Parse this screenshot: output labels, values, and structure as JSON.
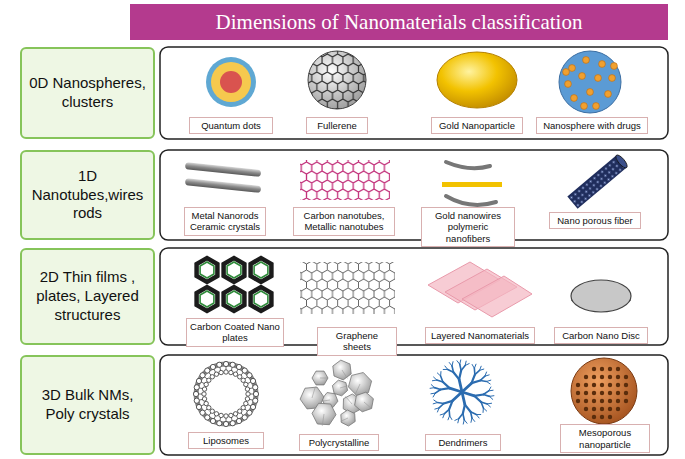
{
  "diagram": {
    "title": "Dimensions of Nanomaterials classification",
    "nodes": [
      {
        "text": [
          "0D Nanospheres, clusters"
        ]
      },
      {
        "text": [
          "Quantum dots"
        ]
      },
      {
        "text": [
          "Fullerene"
        ]
      },
      {
        "text": [
          "Gold Nanoparticle"
        ]
      },
      {
        "text": [
          "Nanosphere with drugs"
        ]
      },
      {
        "text": [
          "1D Nanotubes,wires rods"
        ]
      },
      {
        "text": [
          "Metal Nanorods Ceramic crystals"
        ]
      },
      {
        "text": [
          "Carbon nanotubes, Metallic nanotubes"
        ]
      },
      {
        "text": [
          "Gold nanowires polymeric nanofibers"
        ]
      },
      {
        "text": [
          "Nano porous fiber"
        ]
      },
      {
        "text": [
          "2D Thin films , plates, Layered structures"
        ]
      },
      {
        "text": [
          "Carbon Coated Nano plates"
        ]
      },
      {
        "text": [
          "Graphene sheets"
        ]
      },
      {
        "text": [
          "Layered Nanomaterials"
        ]
      },
      {
        "text": [
          "Carbon Nano Disc"
        ]
      },
      {
        "text": [
          "3D Bulk NMs, Poly crystals"
        ]
      },
      {
        "text": [
          "Liposomes"
        ]
      },
      {
        "text": [
          "Polycrystalline"
        ]
      },
      {
        "text": [
          "Dendrimers"
        ]
      },
      {
        "text": [
          "Mesoporous nanoparticle"
        ]
      }
    ]
  }
}
